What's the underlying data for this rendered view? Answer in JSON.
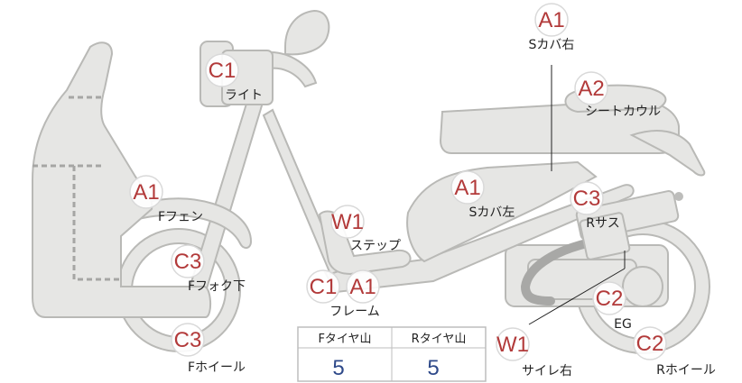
{
  "colors": {
    "body_fill": "#e6e6e4",
    "body_stroke": "#b9b9b6",
    "badge_text": "#b23a3a",
    "badge_fill": "#ffffff",
    "badge_stroke": "#d9d9d9",
    "table_value": "#2f4a8a"
  },
  "parts": [
    {
      "id": "s-cover-right",
      "grade": "A1",
      "label": "Sカバ右"
    },
    {
      "id": "seat-cowl",
      "grade": "A2",
      "label": "シートカウル"
    },
    {
      "id": "light",
      "grade": "C1",
      "label": "ライト"
    },
    {
      "id": "f-fender",
      "grade": "A1",
      "label": "Fフェン"
    },
    {
      "id": "s-cover-left",
      "grade": "A1",
      "label": "Sカバ左"
    },
    {
      "id": "r-suspension",
      "grade": "C3",
      "label": "Rサス"
    },
    {
      "id": "step",
      "grade": "W1",
      "label": "ステップ"
    },
    {
      "id": "f-fork-lower",
      "grade": "C3",
      "label": "Fフォク下"
    },
    {
      "id": "frame-c1",
      "grade": "C1",
      "label": ""
    },
    {
      "id": "frame",
      "grade": "A1",
      "label": "フレーム"
    },
    {
      "id": "engine",
      "grade": "C2",
      "label": "EG"
    },
    {
      "id": "f-wheel",
      "grade": "C3",
      "label": "Fホイール"
    },
    {
      "id": "silencer-right",
      "grade": "W1",
      "label": "サイレ右"
    },
    {
      "id": "r-wheel",
      "grade": "C2",
      "label": "Rホイール"
    }
  ],
  "tire_table": {
    "headers": [
      "Fタイヤ山",
      "Rタイヤ山"
    ],
    "values": [
      "5",
      "5"
    ]
  }
}
